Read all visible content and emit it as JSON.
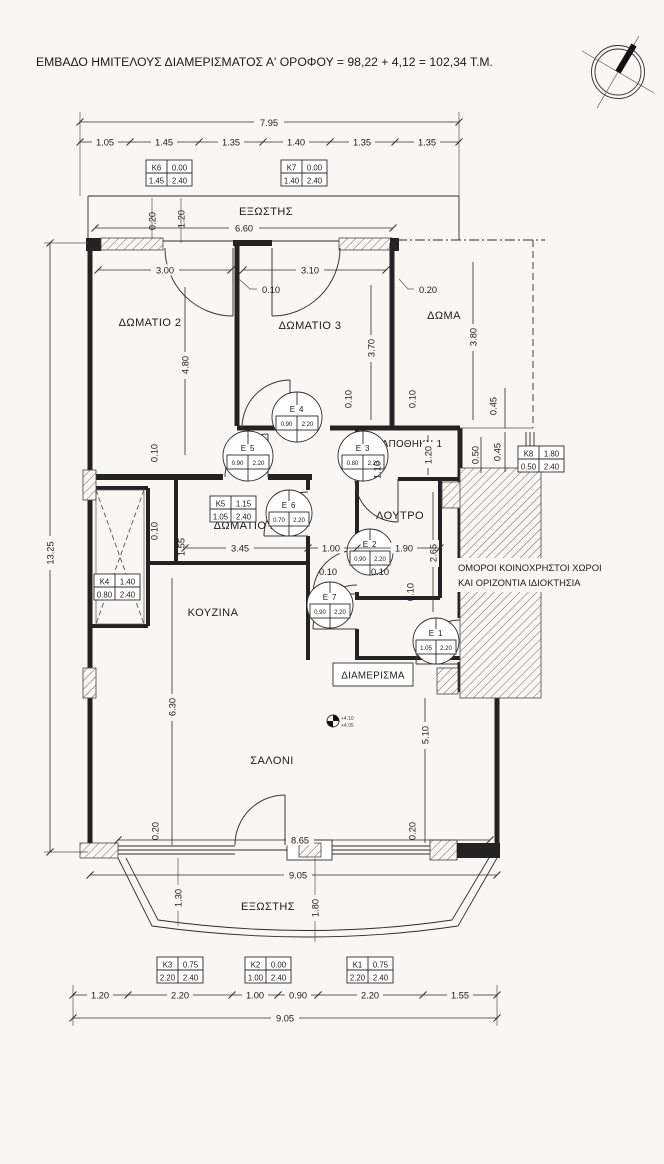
{
  "title": "ΕΜΒΑΔΟ ΗΜΙΤΕΛΟΥΣ ΔΙΑΜΕΡΙΣΜΑΤΟΣ  Α' ΟΡΟΦΟΥ = 98,22 + 4,12 = 102,34 Τ.Μ.",
  "rooms": {
    "room2": "ΔΩΜΑΤΙΟ 2",
    "room3": "ΔΩΜΑΤΙΟ 3",
    "roof_room": "ΔΩΜΑ",
    "room1": "ΔΩΜΑΤΙΟ 1",
    "storage": "ΑΠΟΘΗΚΗ 1",
    "bathroom": "ΛΟΥΤΡΟ",
    "kitchen": "ΚΟΥΖΙΝΑ",
    "living_room": "ΣΑΛΟΝΙ",
    "balcony_top": "ΕΞΩΣΤΗΣ",
    "balcony_bottom": "ΕΞΩΣΤΗΣ",
    "apartment_label": "ΔΙΑΜΕΡΙΣΜΑ"
  },
  "annotations": {
    "common_line1": "ΟΜΟΡΟΙ ΚΟΙΝΟΧΡΗΣΤΟΙ ΧΩΡΟΙ",
    "common_line2": "ΚΑΙ ΟΡΙΖΟΝΤΙΑ ΙΔΙΟΚΤΗΣΙΑ",
    "level_top": "+4.10",
    "level_bottom": "+4.05"
  },
  "dim_chains": {
    "top": {
      "total": "7.95",
      "segments": [
        "1.05",
        "1.45",
        "1.35",
        "1.40",
        "1.35",
        "1.35"
      ]
    },
    "bottom": {
      "total": "9.05",
      "segments": [
        "1.20",
        "2.20",
        "1.00",
        "0.90",
        "2.20",
        "1.55"
      ]
    }
  },
  "dims": {
    "d010": "0.10",
    "d020": "0.20",
    "d045": "0.45",
    "d050": "0.50",
    "d100": "1.00",
    "d110": "1.10",
    "d120": "1.20",
    "d130": "1.30",
    "d155": "1.55",
    "d180": "1.80",
    "d190": "1.90",
    "d265": "2.65",
    "d300": "3.00",
    "d310": "3.10",
    "d345": "3.45",
    "d370": "3.70",
    "d380": "3.80",
    "d480": "4.80",
    "d510": "5.10",
    "d630": "6.30",
    "d660": "6.60",
    "d865": "8.65",
    "d905": "9.05",
    "d1325": "13.25"
  },
  "door_tags": {
    "e1": {
      "id": "Ε 1",
      "w": "1.05",
      "h": "2.20"
    },
    "e2": {
      "id": "Ε 2",
      "w": "0.90",
      "h": "2.20"
    },
    "e3": {
      "id": "Ε 3",
      "w": "0.80",
      "h": "2.20"
    },
    "e4": {
      "id": "Ε 4",
      "w": "0.90",
      "h": "2.20"
    },
    "e5": {
      "id": "Ε 5",
      "w": "0.90",
      "h": "2.20"
    },
    "e6": {
      "id": "Ε 6",
      "w": "0.70",
      "h": "2.20"
    },
    "e7": {
      "id": "Ε 7",
      "w": "0.90",
      "h": "2.20"
    }
  },
  "window_tags": {
    "k1": {
      "id": "Κ1",
      "sill": "0.75",
      "w": "2.20",
      "h": "2.40"
    },
    "k2": {
      "id": "Κ2",
      "sill": "0.00",
      "w": "1.00",
      "h": "2.40"
    },
    "k3": {
      "id": "Κ3",
      "sill": "0.75",
      "w": "2.20",
      "h": "2.40"
    },
    "k4": {
      "id": "Κ4",
      "sill": "1.40",
      "w": "0.80",
      "h": "2.40"
    },
    "k5": {
      "id": "Κ5",
      "sill": "1.15",
      "w": "1.05",
      "h": "2.40"
    },
    "k6": {
      "id": "Κ6",
      "sill": "0.00",
      "w": "1.45",
      "h": "2.40"
    },
    "k7": {
      "id": "Κ7",
      "sill": "0.00",
      "w": "1.40",
      "h": "2.40"
    },
    "k8": {
      "id": "Κ8",
      "sill": "1.80",
      "w": "0.50",
      "h": "2.40"
    }
  }
}
